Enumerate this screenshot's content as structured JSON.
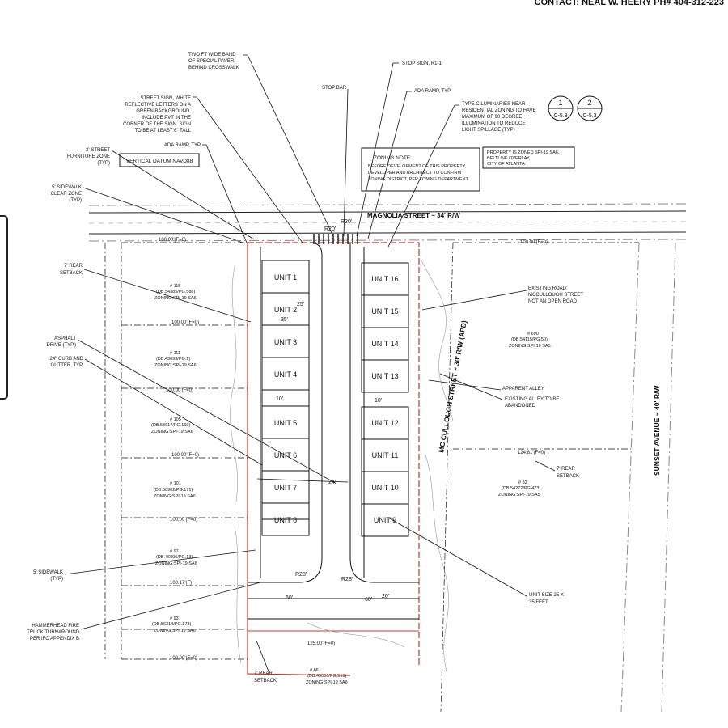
{
  "header": {
    "contact": "CONTACT:  NEAL W. HEERY PH# 404-312-223"
  },
  "detail_refs": [
    {
      "num": "1",
      "sheet": "C-5.3"
    },
    {
      "num": "2",
      "sheet": "C-5.3"
    }
  ],
  "boxes": {
    "vertical_datum": "VERTICAL DATUM NAVD88",
    "zoning_note": [
      "ZONING NOTE:",
      "BEFORE DEVELOPMENT OF THIS PROPERTY,",
      "DEVELOPER AND ARCHITECT TO CONFIRM",
      "ZONING DISTRICT, PER ZONING DEPARTMENT."
    ],
    "property_zoning": [
      "PROPERTY IS ZONED SPI-19 SA6,",
      "BELTLINE OVERLAY,",
      "CITY OF ATLANTA"
    ]
  },
  "callouts": {
    "paver_band": [
      "TWO FT WIDE BAND",
      "OF SPECIAL PAVER",
      "BEHIND CROSSWALK"
    ],
    "stop_sign": "STOP SIGN, R1-1",
    "stop_bar": "STOP BAR",
    "ada_ramp_top": "ADA RAMP, TYP",
    "luminaires": [
      "TYPE C LUMINARIES NEAR",
      "RESIDENTIAL ZONING TO HAVE",
      "MAXIMUM OF 90 DEGREE",
      "ILLUMINATION TO REDUCE",
      "LIGHT SPILLAGE (TYP)"
    ],
    "street_sign": [
      "STREET SIGN, WHITE",
      "REFLECTIVE LETTERS ON A",
      "GREEN BACKGROUND.",
      "INCLUDE PVT IN THE",
      "CORNER OF THE SIGN. SIGN",
      "TO BE AT LEAST 6\" TALL"
    ],
    "ada_ramp_left": "ADA RAMP, TYP",
    "furniture_zone": [
      "3' STREET",
      "FURNITURE ZONE",
      "(TYP)"
    ],
    "sidewalk_clear": [
      "5' SIDEWALK",
      "CLEAR ZONE",
      "(TYP)"
    ],
    "rear_setback_left": [
      "7' REAR",
      "SETBACK"
    ],
    "asphalt": [
      "ASPHALT",
      "DRIVE (TYP.)"
    ],
    "curb_gutter": [
      "24\" CURB AND",
      "GUTTER, TYP."
    ],
    "sidewalk_typ": [
      "5' SIDEWALK",
      "(TYP)"
    ],
    "hammerhead": [
      "HAMMERHEAD FIRE",
      "TRUCK TURNAROUND",
      "PER IFC APPENDIX B"
    ],
    "rear_setback_bottom": [
      "7' REAR",
      "SETBACK"
    ],
    "existing_road": [
      "EXISTING ROAD:",
      "MCCULLOUGH STREET",
      "NOT AN OPEN ROAD"
    ],
    "apparent_alley": "APPARENT ALLEY",
    "alley_abandoned": [
      "EXISTING ALLEY TO BE",
      "ABANDONED"
    ],
    "rear_setback_right": [
      "7' REAR",
      "SETBACK"
    ],
    "unit_size": [
      "UNIT SIZE 25 X",
      "35 FEET"
    ]
  },
  "streets": {
    "magnolia": "MAGNOLIA STREET ~ 34' R/W",
    "mcculough": "MC CULLOUGH STREET ~ 30' R/W (APD)",
    "sunset": "SUNSET AVENUE ~ 40' R/W"
  },
  "units_left": [
    "UNIT 1",
    "UNIT 2",
    "UNIT 3",
    "UNIT 4",
    "UNIT 5",
    "UNIT 6",
    "UNIT 7",
    "UNIT 8"
  ],
  "units_right": [
    "UNIT 16",
    "UNIT 15",
    "UNIT 14",
    "UNIT 13",
    "UNIT 12",
    "UNIT 11",
    "UNIT 10",
    "UNIT 9"
  ],
  "dims": {
    "r20_a": "R20'",
    "r20_b": "R20'",
    "d25": "25'",
    "d35": "35'",
    "d10_a": "10'",
    "d10_b": "10'",
    "d24": "24'",
    "r28_a": "R28'",
    "r28_b": "R28'",
    "d60_a": "60'",
    "d60_b": "60'",
    "d20": "20'"
  },
  "parcels": [
    {
      "lot": "# 115",
      "deed": "(DB.54385/PG.588)",
      "zoning": "ZONING:SPI-19 SA6"
    },
    {
      "lot": "# 111",
      "deed": "(DB.43093/PG.1)",
      "zoning": "ZONING:SPI-19 SA6"
    },
    {
      "lot": "# 105",
      "deed": "(DB.53617/PG.169)",
      "zoning": "ZONING:SPI-19 SA6"
    },
    {
      "lot": "# 101",
      "deed": "(DB.56902/PG.171)",
      "zoning": "ZONING:SPI-19 SA6"
    },
    {
      "lot": "# 97",
      "deed": "(DB.46006/PG.13)",
      "zoning": "ZONING:SPI-19 SA6"
    },
    {
      "lot": "# 93",
      "deed": "(DB.56314/PG.173)",
      "zoning": "ZONING:SPI-19 SA6"
    },
    {
      "lot": "# 86",
      "deed": "(DB.45036/PG.519)",
      "zoning": "ZONING:SPI-19 SA6"
    },
    {
      "lot": "# 690",
      "deed": "(DB.54115/PG.50)",
      "zoning": "ZONING:SPI-19 SA5"
    },
    {
      "lot": "# 82",
      "deed": "(DB.54272/PG.473)",
      "zoning": "ZONING:SPI-19 SA5"
    }
  ],
  "lot_lines": {
    "l1": "100.00'(F=0)",
    "l2": "100.00'(F=0)",
    "l3": "100.00'(F=0)",
    "l4": "100.00'(F=0)",
    "l5": "100.00'(F=0)",
    "l6": "100.17'(F)",
    "l7": "100.00'(F=0)",
    "l8": "125.00'(F=0)",
    "l9": "124.81'(F=0)"
  },
  "colors": {
    "line": "#111111",
    "boundary": "#c0392b",
    "grey": "#888888"
  }
}
